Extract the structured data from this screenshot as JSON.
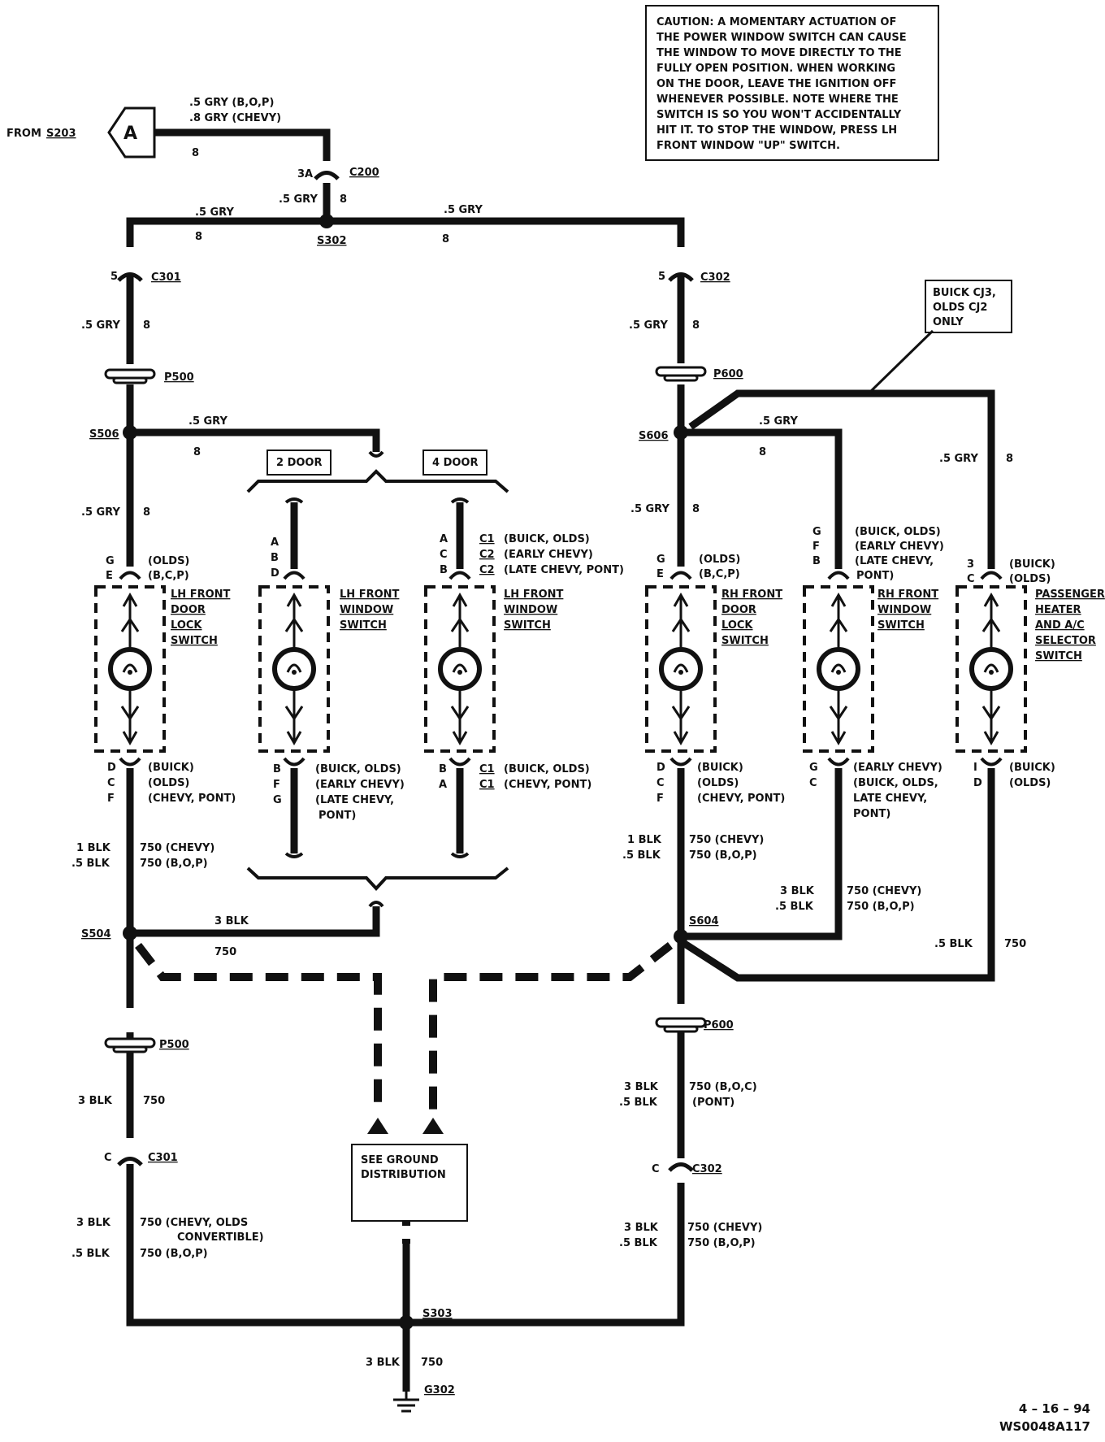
{
  "caution": {
    "lines": [
      "CAUTION:  A MOMENTARY ACTUATION OF",
      "THE POWER WINDOW SWITCH CAN CAUSE",
      "THE WINDOW TO MOVE DIRECTLY TO THE",
      "FULLY OPEN POSITION.  WHEN WORKING",
      "ON THE DOOR, LEAVE THE IGNITION OFF",
      "WHENEVER POSSIBLE.  NOTE WHERE THE",
      "SWITCH IS SO YOU WON'T ACCIDENTALLY",
      "HIT IT.  TO STOP THE WINDOW, PRESS LH",
      "FRONT WINDOW \"UP\" SWITCH."
    ]
  },
  "source": {
    "from": "FROM",
    "splice": "S203",
    "connector_letter": "A",
    "wire1": ".5 GRY  (B,O,P)",
    "wire2": ".8 GRY  (CHEVY)",
    "circuit": "8"
  },
  "c200": {
    "name": "C200",
    "pin": "3A",
    "wire": ".5 GRY",
    "circuit": "8"
  },
  "s302": {
    "name": "S302",
    "left_wire": ".5 GRY",
    "left_circuit": "8",
    "right_wire": ".5 GRY",
    "right_circuit": "8"
  },
  "left": {
    "c301_top": {
      "name": "C301",
      "pin": "5",
      "wire": ".5 GRY",
      "circuit": "8"
    },
    "p500_top": "P500",
    "s506": {
      "name": "S506",
      "branch_wire": ".5  GRY",
      "branch_circuit": "8",
      "down_wire": ".5 GRY",
      "down_circuit": "8"
    },
    "door2": "2  DOOR",
    "door4": "4  DOOR",
    "lock_switch": {
      "title": [
        "LH FRONT",
        "DOOR",
        "LOCK",
        "SWITCH"
      ],
      "top_pins": [
        "G",
        "E"
      ],
      "top_vehicles": [
        "(OLDS)",
        "(B,C,P)"
      ],
      "bottom_pins": [
        "D",
        "C",
        "F"
      ],
      "bottom_vehicles": [
        "(BUICK)",
        "(OLDS)",
        "(CHEVY,  PONT)"
      ],
      "wire1": "1  BLK",
      "circ1": "750  (CHEVY)",
      "wire2": ".5  BLK",
      "circ2": "750  (B,O,P)"
    },
    "window_switch_2door": {
      "title": [
        "LH FRONT",
        "WINDOW",
        "SWITCH"
      ],
      "top_pins": [
        "A",
        "B",
        "D"
      ],
      "bottom_pins": [
        "B",
        "F",
        "G"
      ],
      "bottom_vehicles": [
        "(BUICK,  OLDS)",
        "(EARLY  CHEVY)",
        "(LATE  CHEVY,",
        "PONT)"
      ]
    },
    "window_switch_4door": {
      "title": [
        "LH FRONT",
        "WINDOW",
        "SWITCH"
      ],
      "top_pins": [
        "A",
        "C",
        "B"
      ],
      "top_conns": [
        "C1",
        "C2",
        "C2"
      ],
      "top_vehicles": [
        "(BUICK,  OLDS)",
        "(EARLY  CHEVY)",
        "(LATE  CHEVY,  PONT)"
      ],
      "bottom_pins": [
        "B",
        "A"
      ],
      "bottom_conns": [
        "C1",
        "C1"
      ],
      "bottom_vehicles": [
        "(BUICK,  OLDS)",
        "(CHEVY,  PONT)"
      ]
    },
    "s504": {
      "name": "S504",
      "wire": "3  BLK",
      "circuit": "750"
    },
    "p500_bottom": {
      "name": "P500",
      "wire": "3  BLK",
      "circuit": "750"
    },
    "c301_bottom": {
      "name": "C301",
      "pin": "C",
      "wire1": "3  BLK",
      "circ1": "750  (CHEVY,  OLDS",
      "circ1b": "CONVERTIBLE)",
      "wire2": ".5  BLK",
      "circ2": "750  (B,O,P)"
    }
  },
  "right": {
    "c302_top": {
      "name": "C302",
      "pin": "5",
      "wire": ".5 GRY",
      "circuit": "8"
    },
    "p600_top": "P600",
    "note_box": [
      "BUICK  CJ3,",
      "OLDS  CJ2",
      "ONLY"
    ],
    "s606": {
      "name": "S606",
      "branch_wire": ".5 GRY",
      "branch_circuit": "8",
      "down_wire": ".5 GRY",
      "down_circuit": "8",
      "far_wire": ".5  GRY",
      "far_circuit": "8"
    },
    "lock_switch": {
      "title": [
        "RH FRONT",
        "DOOR",
        "LOCK",
        "SWITCH"
      ],
      "top_pins": [
        "G",
        "E"
      ],
      "top_vehicles": [
        "(OLDS)",
        "(B,C,P)"
      ],
      "bottom_pins": [
        "D",
        "C",
        "F"
      ],
      "bottom_vehicles": [
        "(BUICK)",
        "(OLDS)",
        "(CHEVY,  PONT)"
      ],
      "wire1": "1  BLK",
      "circ1": "750  (CHEVY)",
      "wire2": ".5  BLK",
      "circ2": "750  (B,O,P)"
    },
    "window_switch": {
      "title": [
        "RH FRONT",
        "WINDOW",
        "SWITCH"
      ],
      "top_pins": [
        "G",
        "F",
        "B"
      ],
      "top_vehicles": [
        "(BUICK,  OLDS)",
        "(EARLY  CHEVY)",
        "(LATE  CHEVY,",
        "PONT)"
      ],
      "bottom_pins": [
        "G",
        "C"
      ],
      "bottom_vehicles": [
        "(EARLY  CHEVY)",
        "(BUICK,  OLDS,",
        "LATE  CHEVY,",
        "PONT)"
      ],
      "wire1": "3  BLK",
      "circ1": "750  (CHEVY)",
      "wire2": ".5  BLK",
      "circ2": "750  (B,O,P)"
    },
    "heater_switch": {
      "title": [
        "PASSENGER",
        "HEATER",
        "AND  A/C",
        "SELECTOR",
        "SWITCH"
      ],
      "top_pins": [
        "3",
        "C"
      ],
      "top_vehicles": [
        "(BUICK)",
        "(OLDS)"
      ],
      "bottom_pins": [
        "I",
        "D"
      ],
      "bottom_vehicles": [
        "(BUICK)",
        "(OLDS)"
      ],
      "wire": ".5  BLK",
      "circuit": "750"
    },
    "s604": {
      "name": "S604"
    },
    "p600_bottom": {
      "name": "P600",
      "wire1": "3  BLK",
      "circ1": "750  (B,O,C)",
      "wire2": ".5  BLK",
      "circ2": "(PONT)"
    },
    "c302_bottom": {
      "name": "C302",
      "pin": "C",
      "wire1": "3  BLK",
      "circ1": "750  (CHEVY)",
      "wire2": ".5  BLK",
      "circ2": "750  (B,O,P)"
    }
  },
  "ground_box": [
    "SEE  GROUND",
    "DISTRIBUTION"
  ],
  "s303": {
    "name": "S303",
    "wire": "3 BLK",
    "circuit": "750"
  },
  "g302": "G302",
  "stamp": {
    "date": "4 – 16 – 94",
    "code": "WS0048A117"
  }
}
